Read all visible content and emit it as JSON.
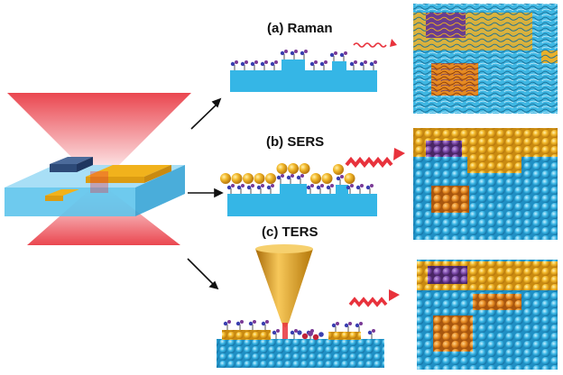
{
  "panels": [
    {
      "id": "a",
      "label": "(a) Raman",
      "signal": "weak"
    },
    {
      "id": "b",
      "label": "(b) SERS",
      "signal": "strong"
    },
    {
      "id": "c",
      "label": "(c) TERS",
      "signal": "strong"
    }
  ],
  "colors": {
    "substrate": "#35b6e6",
    "substrate_top": "#7fd3f2",
    "gold": "#f0b21c",
    "molecule_blue": "#3a3fb0",
    "molecule_purple": "#7a3a96",
    "molecule_red": "#c0233a",
    "laser": "#e8323c",
    "patch_purple": "#6a3d8f",
    "patch_orange": "#e07a20",
    "tip_gold": "#e8a61a"
  }
}
